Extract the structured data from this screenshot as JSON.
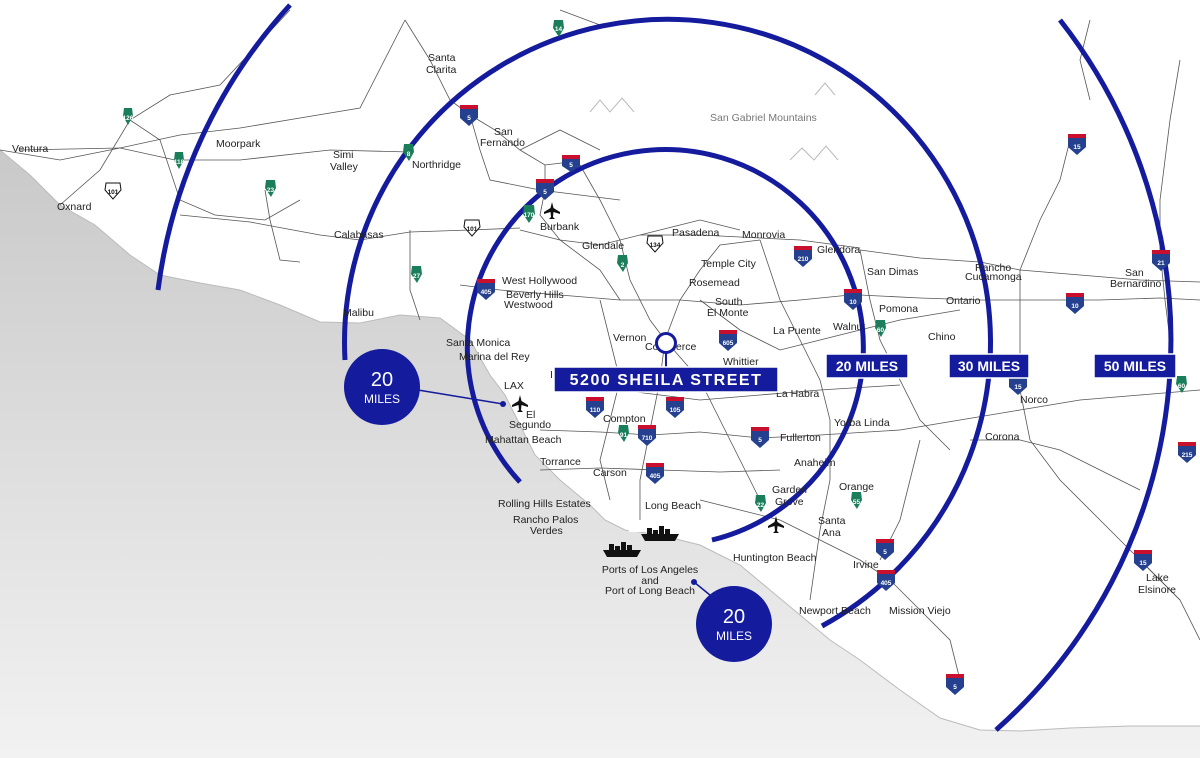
{
  "colors": {
    "ring": "#141b9c",
    "label_bg": "#141b9c",
    "interstate_blue": "#24408e",
    "interstate_red": "#c8102e",
    "state_green": "#1b7e5a",
    "ocean": "#d9d9d9",
    "road": "#555555"
  },
  "address": "5200 SHEILA STREET",
  "ring_labels": {
    "r20": "20 MILES",
    "r30": "30 MILES",
    "r50": "50 MILES"
  },
  "callouts": {
    "lax": {
      "number": "20",
      "unit": "MILES"
    },
    "ports": {
      "number": "20",
      "unit": "MILES"
    }
  },
  "mountain_label": "San Gabriel Mountains",
  "cities": {
    "santa_clarita_1": "Santa",
    "santa_clarita_2": "Clarita",
    "ventura": "Ventura",
    "oxnard": "Oxnard",
    "moorpark": "Moorpark",
    "simi_1": "Simi",
    "simi_2": "Valley",
    "northridge": "Northridge",
    "san_fernando_1": "San",
    "san_fernando_2": "Fernando",
    "burbank": "Burbank",
    "calabasas": "Calabasas",
    "glendale": "Glendale",
    "pasadena": "Pasadena",
    "monrovia": "Monrovia",
    "glendora": "Glendora",
    "temple_city": "Temple City",
    "rosemead": "Rosemead",
    "south_el_monte_1": "South",
    "south_el_monte_2": "El Monte",
    "san_dimas": "San Dimas",
    "rancho_1": "Rancho",
    "rancho_2": "Cucamonga",
    "pomona": "Pomona",
    "ontario": "Ontario",
    "chino": "Chino",
    "walnut": "Walnut",
    "la_puente": "La Puente",
    "west_hollywood": "West Hollywood",
    "beverly_hills": "Beverly Hills",
    "westwood": "Westwood",
    "malibu": "Malibu",
    "santa_monica": "Santa Monica",
    "marina": "Marina del Rey",
    "vernon": "Vernon",
    "commerce": "Commerce",
    "whittier": "Whittier",
    "la_habra": "La Habra",
    "lax": "LAX",
    "inglewood": "In",
    "el_segundo_1": "El",
    "el_segundo_2": "Segundo",
    "manhattan_beach": "Mahattan Beach",
    "compton": "Compton",
    "torrance": "Torrance",
    "carson": "Carson",
    "long_beach": "Long Beach",
    "yorba_linda": "Yorba Linda",
    "fullerton": "Fullerton",
    "anaheim": "Anaheim",
    "garden_grove_1": "Garden",
    "garden_grove_2": "Grove",
    "orange": "Orange",
    "santa_ana_1": "Santa",
    "santa_ana_2": "Ana",
    "rolling_hills": "Rolling Hills Estates",
    "rancho_pv_1": "Rancho Palos",
    "rancho_pv_2": "Verdes",
    "ports_1": "Ports of Los Angeles",
    "ports_2": "and",
    "ports_3": "Port of Long Beach",
    "huntington_beach": "Huntington Beach",
    "irvine": "Irvine",
    "newport_beach": "Newport Beach",
    "mission_viejo": "Mission Viejo",
    "norco": "Norco",
    "corona": "Corona",
    "san_bernardino_1": "San",
    "san_bernardino_2": "Bernardino",
    "lake_elsinore_1": "Lake",
    "lake_elsinore_2": "Elsinore"
  },
  "shields": {
    "i5_a": "5",
    "i5_b": "5",
    "i5_c": "5",
    "i5_d": "5",
    "i5_e": "5",
    "i5_f": "5",
    "i405_a": "405",
    "i405_b": "405",
    "i405_c": "405",
    "i210": "210",
    "i605": "605",
    "i10_a": "10",
    "i10_b": "10",
    "i15_a": "15",
    "i15_b": "15",
    "i15_c": "15",
    "i110": "110",
    "i105": "105",
    "i710": "710",
    "i215": "215",
    "i21": "21",
    "ca126": "126",
    "ca118": "118",
    "ca23": "23",
    "ca14": "14",
    "ca170": "170",
    "ca2": "2",
    "ca27": "27",
    "ca60_a": "60",
    "ca60_b": "60",
    "ca91": "91",
    "ca22": "22",
    "ca55": "55",
    "ca8": "8",
    "us101_a": "101",
    "us101_b": "101",
    "us134": "134"
  }
}
